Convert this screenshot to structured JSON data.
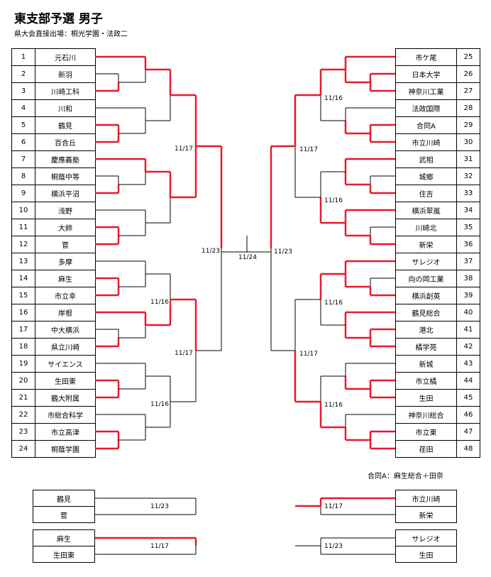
{
  "title": "東支部予選 男子",
  "subtitle": "県大会直接出場：桐光学園・法政二",
  "note": "合同A：麻生総合＋田奈",
  "colors": {
    "win": "#e8192c",
    "line": "#000000"
  },
  "left_teams": [
    {
      "seed": "1",
      "name": "元石川"
    },
    {
      "seed": "2",
      "name": "新羽"
    },
    {
      "seed": "3",
      "name": "川崎工科"
    },
    {
      "seed": "4",
      "name": "川和"
    },
    {
      "seed": "5",
      "name": "鶴見"
    },
    {
      "seed": "6",
      "name": "百合丘"
    },
    {
      "seed": "7",
      "name": "慶應義塾"
    },
    {
      "seed": "8",
      "name": "桐蔭中等"
    },
    {
      "seed": "9",
      "name": "横浜平沼"
    },
    {
      "seed": "10",
      "name": "浅野"
    },
    {
      "seed": "11",
      "name": "大師"
    },
    {
      "seed": "12",
      "name": "菅"
    },
    {
      "seed": "13",
      "name": "多摩"
    },
    {
      "seed": "14",
      "name": "麻生"
    },
    {
      "seed": "15",
      "name": "市立幸"
    },
    {
      "seed": "16",
      "name": "岸根"
    },
    {
      "seed": "17",
      "name": "中大横浜"
    },
    {
      "seed": "18",
      "name": "県立川崎"
    },
    {
      "seed": "19",
      "name": "サイエンス"
    },
    {
      "seed": "20",
      "name": "生田東"
    },
    {
      "seed": "21",
      "name": "鶴大附属"
    },
    {
      "seed": "22",
      "name": "市総合科学"
    },
    {
      "seed": "23",
      "name": "市立高津"
    },
    {
      "seed": "24",
      "name": "桐蔭学園"
    }
  ],
  "right_teams": [
    {
      "seed": "25",
      "name": "市ケ尾"
    },
    {
      "seed": "26",
      "name": "日本大学"
    },
    {
      "seed": "27",
      "name": "神奈川工業"
    },
    {
      "seed": "28",
      "name": "法政国際"
    },
    {
      "seed": "29",
      "name": "合同A"
    },
    {
      "seed": "30",
      "name": "市立川崎"
    },
    {
      "seed": "31",
      "name": "武相"
    },
    {
      "seed": "32",
      "name": "城郷"
    },
    {
      "seed": "33",
      "name": "住吉"
    },
    {
      "seed": "34",
      "name": "横浜翠嵐"
    },
    {
      "seed": "35",
      "name": "川崎北"
    },
    {
      "seed": "36",
      "name": "新栄"
    },
    {
      "seed": "37",
      "name": "サレジオ"
    },
    {
      "seed": "38",
      "name": "向の岡工業"
    },
    {
      "seed": "39",
      "name": "横浜創英"
    },
    {
      "seed": "40",
      "name": "鶴見総合"
    },
    {
      "seed": "41",
      "name": "港北"
    },
    {
      "seed": "42",
      "name": "橘学苑"
    },
    {
      "seed": "43",
      "name": "新城"
    },
    {
      "seed": "44",
      "name": "市立橘"
    },
    {
      "seed": "45",
      "name": "生田"
    },
    {
      "seed": "46",
      "name": "神奈川総合"
    },
    {
      "seed": "47",
      "name": "市立東"
    },
    {
      "seed": "48",
      "name": "荏田"
    }
  ],
  "left_r1_winners": [
    1,
    3,
    5,
    6,
    7,
    9,
    11,
    12,
    14,
    15,
    16,
    18,
    20,
    21,
    23,
    24
  ],
  "right_r1_winners": [
    25,
    26,
    27,
    29,
    30,
    31,
    33,
    34,
    36,
    37,
    39,
    40,
    41,
    42,
    44,
    45,
    47,
    48
  ],
  "dates": {
    "l_r3_a": "11/16",
    "l_r3_b": "11/16",
    "l_r4_top": "11/17",
    "l_r4_bot": "11/17",
    "l_semi": "11/23",
    "r_r3_a": "11/16",
    "r_r3_b": "11/16",
    "r_r3_c": "11/16",
    "r_r3_d": "11/16",
    "r_r4_top": "11/17",
    "r_r4_bot": "11/17",
    "r_semi": "11/23",
    "final": "11/24"
  },
  "playoffs": [
    {
      "top": "鶴見",
      "bottom": "菅",
      "date": "11/23"
    },
    {
      "top": "麻生",
      "bottom": "生田東",
      "date": "11/17"
    },
    {
      "top": "市立川崎",
      "bottom": "新栄",
      "date": "11/17"
    },
    {
      "top": "サレジオ",
      "bottom": "生田",
      "date": "11/23"
    }
  ]
}
